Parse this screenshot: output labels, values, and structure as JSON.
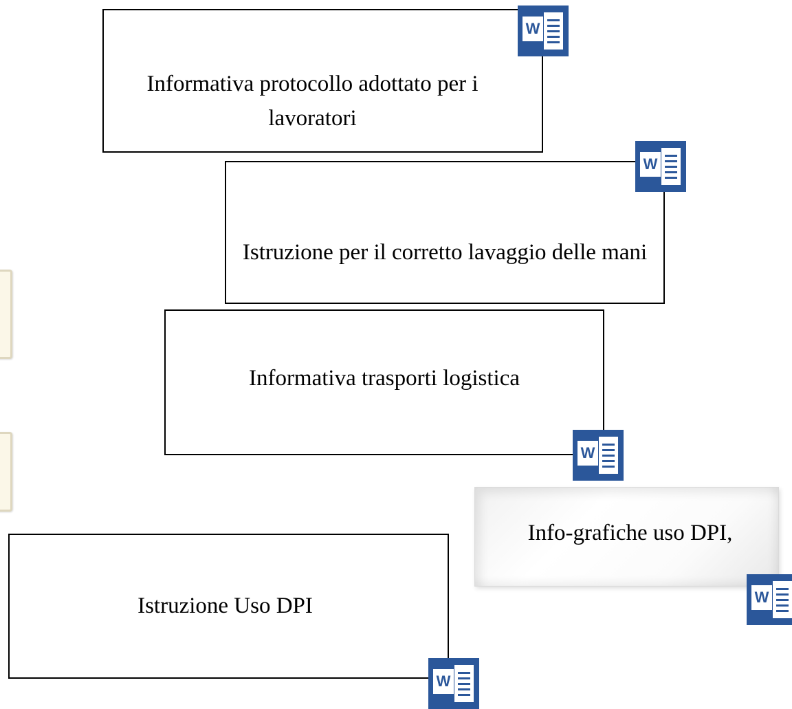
{
  "boxes": {
    "b1": "Informativa protocollo adottato per i lavoratori",
    "b2": "Istruzione per il corretto lavaggio delle mani",
    "b3": "Informativa trasporti logistica",
    "b4": "Info-grafiche uso DPI,",
    "b5": "Istruzione Uso DPI"
  },
  "icon": {
    "letter": "W",
    "name": "word-document-icon",
    "color": "#2b579a"
  }
}
